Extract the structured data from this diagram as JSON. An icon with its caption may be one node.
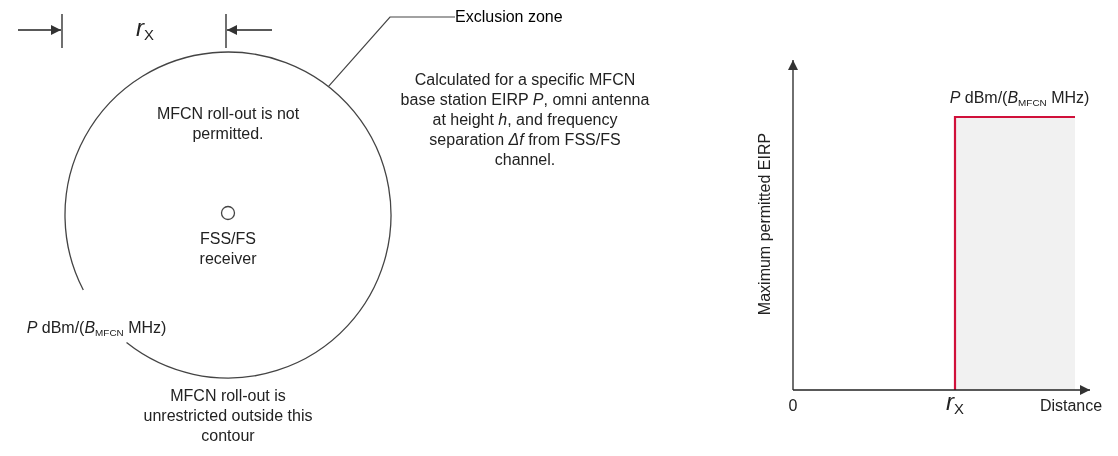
{
  "diagram": {
    "nodes": [
      {
        "text": [
          "MFCN roll-out is not permitted."
        ]
      },
      {
        "text": [
          "FSS/FS receiver"
        ],
        "in": 0
      },
      {
        "text": [
          "Exclusion zone"
        ]
      }
    ],
    "edges": [
      {
        "from": 2,
        "to": 0,
        "arrow": "none"
      }
    ],
    "labels": [
      "*r*$_{X}$",
      "Calculated for a specific MFCN base station EIRP *P*, omni antenna at height *h*, and frequency separation *Δf* from FSS/FS channel.",
      "*P* dBm/(*B*$_{MFCN}$ MHz)",
      "MFCN roll-out is unrestricted outside this contour",
      "Maximum permitted EIRP",
      "*P* dBm/(*B*$_{MFCN}$ MHz)",
      "0",
      "*r*$_{X}$",
      "Distance"
    ]
  }
}
